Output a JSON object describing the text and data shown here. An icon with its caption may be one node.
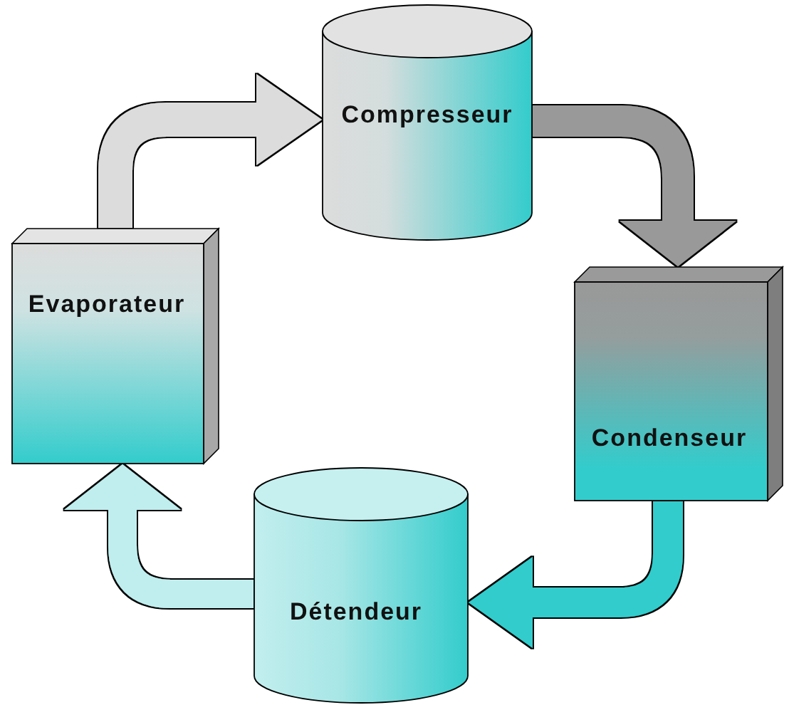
{
  "diagram": {
    "nodes": [
      {
        "text": [
          "Compresseur"
        ]
      },
      {
        "text": [
          "Evaporateur"
        ]
      },
      {
        "text": [
          "Condenseur"
        ]
      },
      {
        "text": [
          "Détendeur"
        ]
      }
    ],
    "edges": [
      {
        "from": 1,
        "to": 0,
        "arrow": "to",
        "color": "#dcdcdc"
      },
      {
        "from": 0,
        "to": 2,
        "arrow": "to",
        "color": "#999999"
      },
      {
        "from": 2,
        "to": 3,
        "arrow": "to",
        "color": "#33cccc"
      },
      {
        "from": 3,
        "to": 1,
        "arrow": "to",
        "color": "#c0eeee"
      }
    ]
  }
}
